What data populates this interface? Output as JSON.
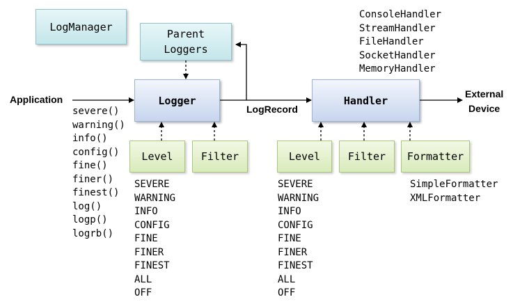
{
  "boxes": {
    "log_manager": "LogManager",
    "parent_loggers_line1": "Parent",
    "parent_loggers_line2": "Loggers",
    "logger": "Logger",
    "handler": "Handler",
    "logger_level": "Level",
    "logger_filter": "Filter",
    "handler_level": "Level",
    "handler_filter": "Filter",
    "handler_formatter": "Formatter"
  },
  "labels": {
    "application": "Application",
    "log_record": "LogRecord",
    "external_line1": "External",
    "external_line2": "Device"
  },
  "logger_methods": [
    "severe()",
    "warning()",
    "info()",
    "config()",
    "fine()",
    "finer()",
    "finest()",
    "log()",
    "logp()",
    "logrb()"
  ],
  "logger_levels": [
    "SEVERE",
    "WARNING",
    "INFO",
    "CONFIG",
    "FINE",
    "FINER",
    "FINEST",
    "ALL",
    "OFF"
  ],
  "handler_levels": [
    "SEVERE",
    "WARNING",
    "INFO",
    "CONFIG",
    "FINE",
    "FINER",
    "FINEST",
    "ALL",
    "OFF"
  ],
  "handler_types": [
    "ConsoleHandler",
    "StreamHandler",
    "FileHandler",
    "SocketHandler",
    "MemoryHandler"
  ],
  "formatter_types": [
    "SimpleFormatter",
    "XMLFormatter"
  ]
}
